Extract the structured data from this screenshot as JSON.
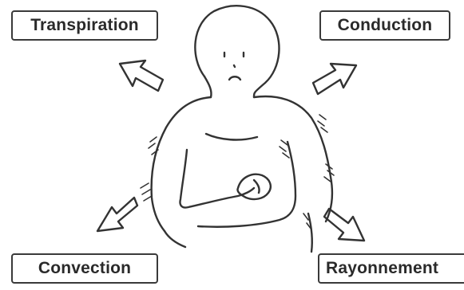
{
  "labels": {
    "top_left": "Transpiration",
    "top_right": "Conduction",
    "bottom_left": "Convection",
    "bottom_right": "Rayonnement"
  },
  "colors": {
    "line": "#333333",
    "background": "#ffffff",
    "box_border": "#3a3a3a"
  }
}
